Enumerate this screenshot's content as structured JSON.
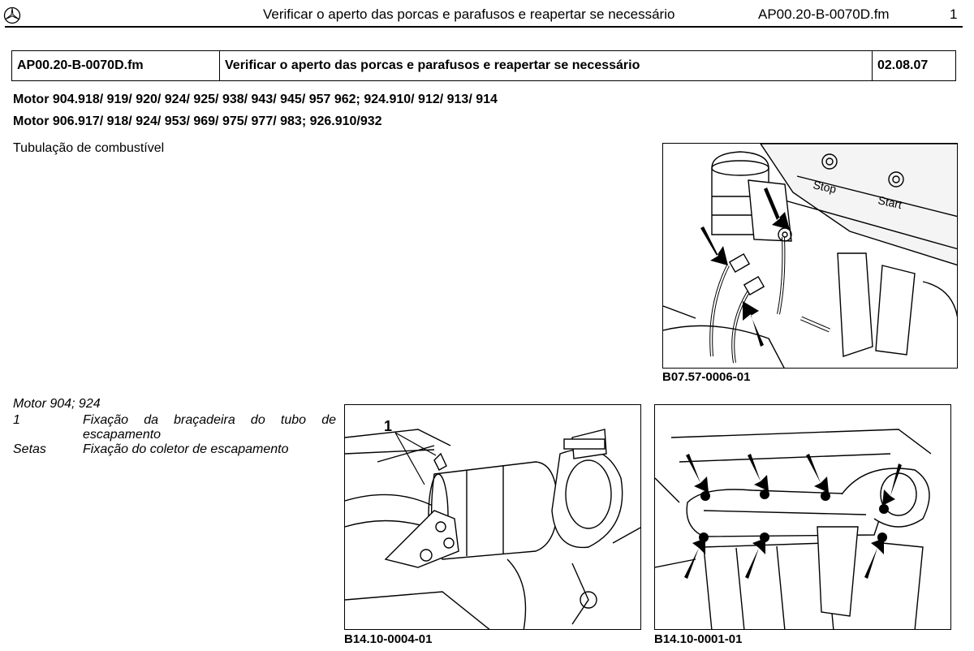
{
  "header": {
    "logo_icon": "mercedes-star-icon",
    "title": "Verificar o aperto das porcas e parafusos e reapertar se necessário",
    "document_id": "AP00.20-B-0070D.fm",
    "page_number": "1"
  },
  "title_table": {
    "document_id": "AP00.20-B-0070D.fm",
    "title": "Verificar o aperto das porcas e parafusos e reapertar se necessário",
    "date": "02.08.07"
  },
  "applicability": [
    "Motor 904.918/ 919/ 920/ 924/ 925/ 938/ 943/ 945/ 957 962; 924.910/ 912/ 913/ 914",
    "Motor 906.917/ 918/ 924/ 953/ 969/ 975/ 977/ 983; 926.910/932"
  ],
  "section_heading": "Tubulação de combustível",
  "figures": [
    {
      "caption": "B07.57-0006-01",
      "labels": [
        "Stop",
        "Start"
      ],
      "content": "fuel-filter-line-illustration"
    },
    {
      "caption": "B14.10-0004-01",
      "labels": [
        "1"
      ],
      "content": "exhaust-pipe-clamp-illustration"
    },
    {
      "caption": "B14.10-0001-01",
      "labels": [],
      "content": "exhaust-manifold-illustration"
    }
  ],
  "legend": {
    "heading": "Motor 904; 924",
    "items": [
      {
        "key": "1",
        "text": "Fixação da braçadeira do tubo de escapamento"
      },
      {
        "key": "Setas",
        "text": "Fixação do coletor de escapamento"
      }
    ]
  }
}
